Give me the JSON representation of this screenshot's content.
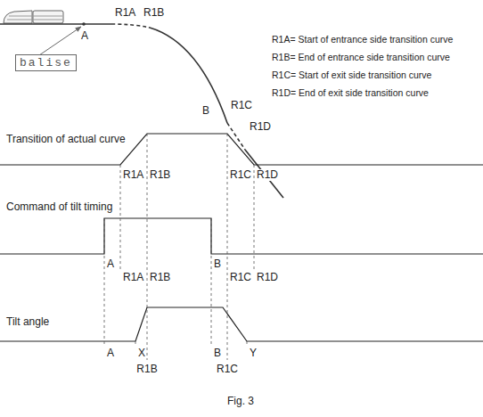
{
  "diagram": {
    "caption": "Fig. 3",
    "nodes": [
      {
        "text": [
          "balise"
        ]
      }
    ],
    "labels": [
      "A",
      "R1A",
      "R1B",
      "B",
      "R1C",
      "R1D",
      "R1A= Start of entrance side transition curve",
      "R1B= End of entrance side transition curve",
      "R1C= Start of exit side transition curve",
      "R1D= End of exit side transition curve",
      "Transition of actual curve",
      "R1A",
      "R1B",
      "R1C",
      "R1D",
      "Command of tilt timing",
      "A",
      "R1A",
      "R1B",
      "B",
      "R1C",
      "R1D",
      "Tilt angle",
      "A",
      "X",
      "B",
      "Y",
      "R1B",
      "R1C"
    ]
  }
}
